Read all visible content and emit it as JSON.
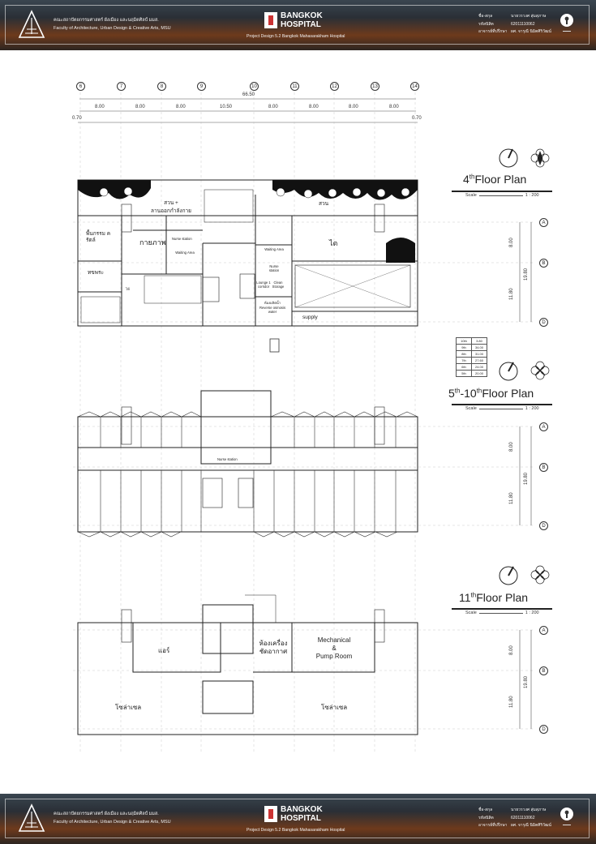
{
  "header": {
    "faculty_th": "คณะสถาปัตยกรรมศาสตร์ ผังเมือง และนฤมิตศิลป์ มมส.",
    "faculty_en": "Faculty of Architecture, Urban Design & Creative Arts, MSU",
    "brand_line1": "BANGKOK",
    "brand_line2": "HOSPITAL",
    "project": "Project Design 5.2 Bangkok Mahasarakham Hospital",
    "meta_labels": [
      "ชื่อ-สกุล",
      "รหัสนิสิต",
      "อาจารย์ที่ปรึกษา"
    ],
    "meta_values": [
      "นายวรวงศ สุ่มสุภาษ",
      "62011110062",
      "ผศ. จารุณี นิมิตศิริวัฒน์"
    ]
  },
  "grid": {
    "columns": [
      "6",
      "7",
      "8",
      "9",
      "10",
      "11",
      "12",
      "13",
      "14"
    ],
    "spans": [
      "8.00",
      "8.00",
      "8.00",
      "10.50",
      "8.00",
      "8.00",
      "8.00",
      "8.00"
    ],
    "total": "66.50",
    "edge_left": "0.70",
    "edge_right": "0.70",
    "rows": [
      "A",
      "B",
      "D"
    ],
    "row_spans": [
      "8.00",
      "11.80"
    ],
    "row_total": "19.80"
  },
  "plans": [
    {
      "title_base": "4",
      "title_sup": "th",
      "title_rest": "Floor Plan",
      "scale_label": "Scale",
      "scale_value": "1 : 200",
      "rooms": {
        "garden1": "สวน +",
        "rehab_area": "ลานออกกำลังกาย",
        "physio": "กายภาพ",
        "activity": "พื้นกรรม ครัตล์",
        "garden2": "สวน",
        "kidney": "ไต",
        "pharmacy": "ทขพระ",
        "nurse_station1": "Nurse station",
        "waiting1": "Waiting Area",
        "waiting2": "Waiting Area",
        "nurse_station2": "Nurse station",
        "lounge": "Lounge 1 corridor",
        "clean_storage": "Clean Storage",
        "reverse_osmosis": "ห้องผลิตน้ำ Reverse osmosis water",
        "supply": "supply",
        "toilet": "ไห้"
      }
    },
    {
      "title_base": "5",
      "title_sup": "th",
      "title_mid": "-10",
      "title_sup2": "th",
      "title_rest": "Floor Plan",
      "scale_label": "Scale",
      "scale_value": "1 : 200",
      "rooms": {
        "nurse_station": "Nurse station"
      }
    },
    {
      "title_base": "11",
      "title_sup": "th",
      "title_rest": "Floor Plan",
      "scale_label": "Scale",
      "scale_value": "1 : 200",
      "rooms": {
        "air": "แอร์",
        "ahu_line1": "ห้องเครื่อง",
        "ahu_line2": "ชัดอากาศ",
        "mech_line1": "Mechanical",
        "mech_line2": "&",
        "mech_line3": "Pump Room",
        "solar1": "โซล่าเซล",
        "solar2": "โซล่าเซล"
      }
    }
  ],
  "levels_table": [
    [
      "10th",
      "3.80"
    ],
    [
      "9th",
      "34.00"
    ],
    [
      "8th",
      "31.00"
    ],
    [
      "7th",
      "27.60"
    ],
    [
      "6th",
      "24.00"
    ],
    [
      "5th",
      "20.00"
    ]
  ]
}
